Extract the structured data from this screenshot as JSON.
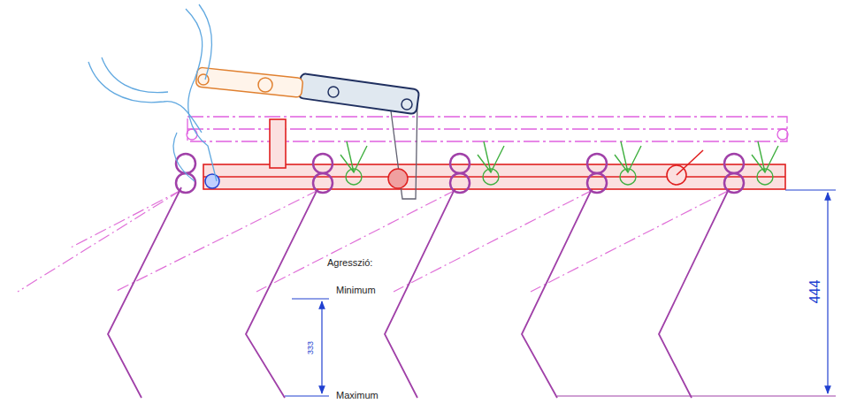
{
  "diagram": {
    "labels": [
      "Agresszió:",
      "Minimum",
      "333",
      "Maximum",
      "444"
    ]
  }
}
